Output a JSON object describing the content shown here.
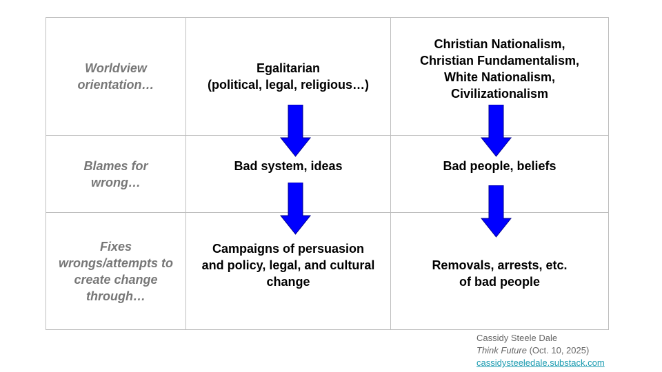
{
  "rows": [
    {
      "label": "Worldview\norientation…",
      "col1": "Egalitarian\n(political, legal, religious…)",
      "col2": "Christian Nationalism,\nChristian Fundamentalism,\nWhite Nationalism,\nCivilizationalism"
    },
    {
      "label": "Blames for\nwrong…",
      "col1": "Bad system, ideas",
      "col2": "Bad people, beliefs"
    },
    {
      "label": "Fixes\nwrongs/attempts to\ncreate change\nthrough…",
      "col1": "Campaigns of persuasion\n and policy, legal, and cultural\nchange",
      "col2": "Removals, arrests, etc.\nof bad people"
    }
  ],
  "credit": {
    "author": "Cassidy Steele Dale",
    "publication": "Think Future",
    "date": " (Oct. 10, 2025)",
    "link": "cassidysteeledale.substack.com"
  },
  "colors": {
    "arrow": "#0000ff",
    "grid": "#bdbdbd",
    "label": "#777777",
    "link": "#1a9bb0"
  }
}
